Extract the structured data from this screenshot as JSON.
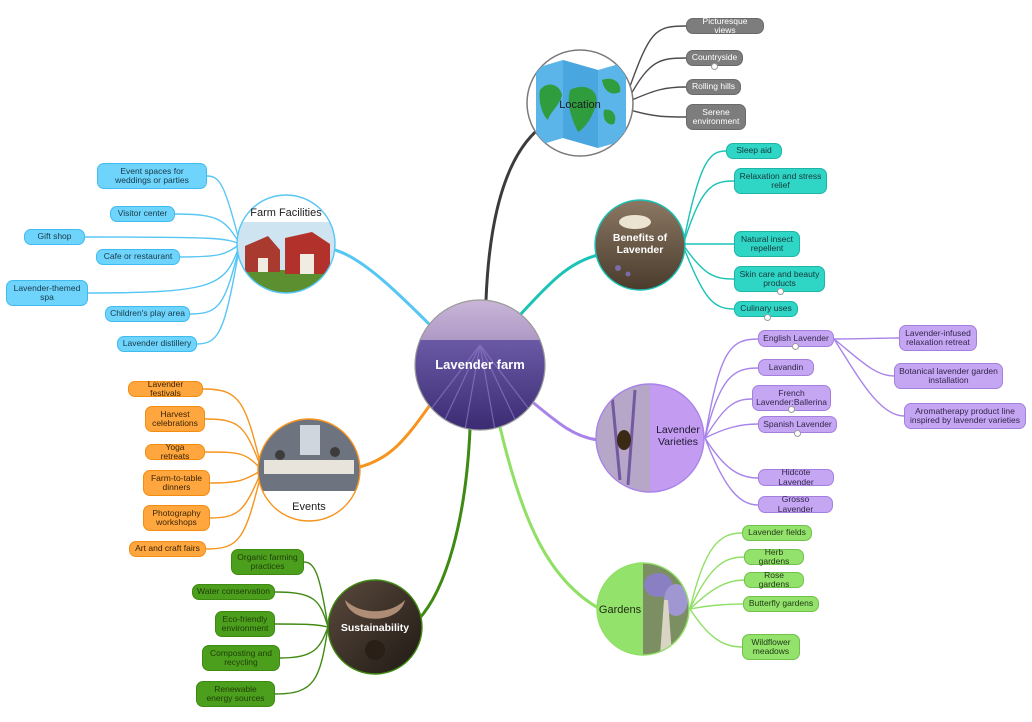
{
  "central": {
    "title": "Lavender farm"
  },
  "topics": {
    "location": {
      "label": "Location",
      "items": [
        "Picturesque views",
        "Countryside",
        "Rolling hills",
        "Serene environment"
      ]
    },
    "benefits": {
      "label": "Benefits of Lavender",
      "items": [
        "Sleep aid",
        "Relaxation and stress relief",
        "Natural insect repellent",
        "Skin care and beauty products",
        "Culinary uses"
      ]
    },
    "varieties": {
      "label": "Lavender Varieties",
      "items": [
        "English Lavender",
        "Lavandin",
        "French Lavender:Ballerina",
        "Spanish Lavender",
        "Hidcote Lavender",
        "Grosso Lavender"
      ],
      "english_sub": [
        "Lavender-infused relaxation retreat",
        "Botanical lavender garden installation",
        "Aromatherapy product line inspired by lavender varieties"
      ]
    },
    "gardens": {
      "label": "Gardens",
      "items": [
        "Lavender fields",
        "Herb gardens",
        "Rose gardens",
        "Butterfly gardens",
        "Wildflower meadows"
      ]
    },
    "sustainability": {
      "label": "Sustainability",
      "items": [
        "Organic farming practices",
        "Water conservation",
        "Eco-friendly environment",
        "Composting and recycling",
        "Renewable energy sources"
      ]
    },
    "events": {
      "label": "Events",
      "items": [
        "Lavender festivals",
        "Harvest celebrations",
        "Yoga retreats",
        "Farm-to-table dinners",
        "Photography workshops",
        "Art and craft fairs"
      ]
    },
    "facilities": {
      "label": "Farm Facilities",
      "items": [
        "Event spaces for weddings or parties",
        "Visitor center",
        "Gift shop",
        "Cafe or restaurant",
        "Lavender-themed spa",
        "Children's play area",
        "Lavender distillery"
      ]
    }
  },
  "colors": {
    "location": "#555555",
    "benefits": "#19c3b6",
    "varieties": "#a883ea",
    "gardens": "#8fe065",
    "sustainability": "#3f8a12",
    "events": "#f7941d",
    "facilities": "#56c6f5"
  }
}
